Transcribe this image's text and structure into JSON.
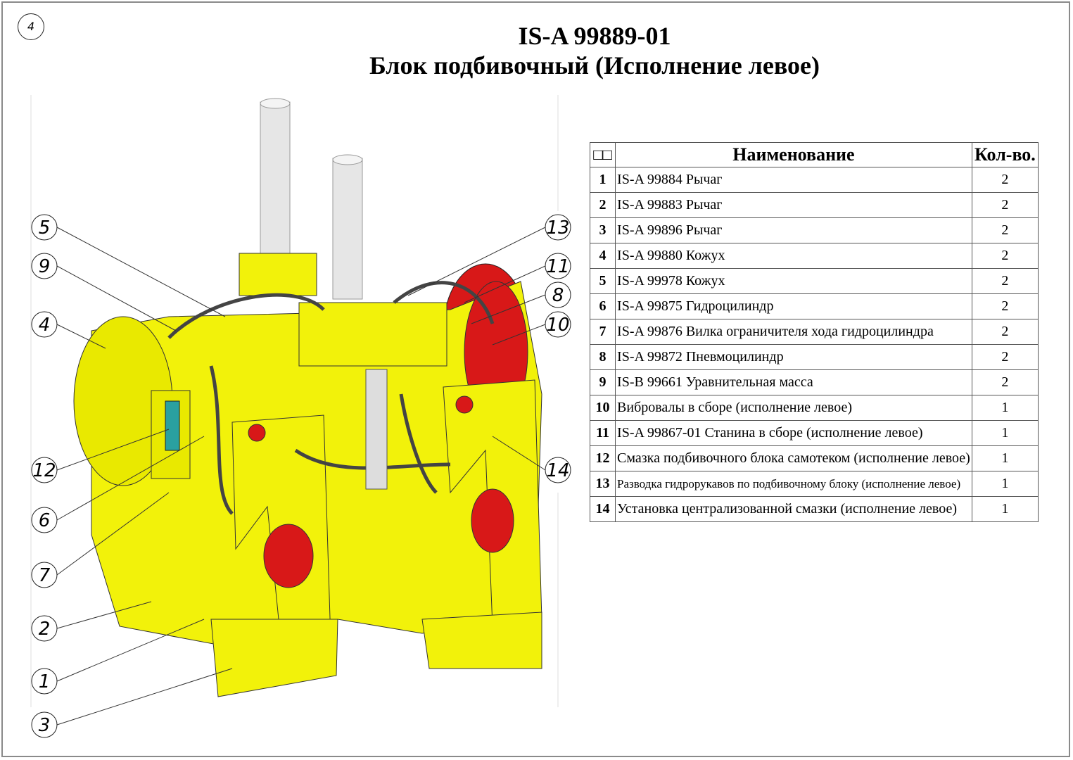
{
  "sheet_number": "4",
  "title": {
    "code": "IS-A 99889-01",
    "name": "Блок подбивочный (Исполнение левое)"
  },
  "table": {
    "headers": [
      "□□",
      "Наименование",
      "Кол-во."
    ],
    "rows": [
      {
        "num": "1",
        "name": "IS-A 99884 Рычаг",
        "qty": "2"
      },
      {
        "num": "2",
        "name": "IS-A 99883 Рычаг",
        "qty": "2"
      },
      {
        "num": "3",
        "name": "IS-A 99896 Рычаг",
        "qty": "2"
      },
      {
        "num": "4",
        "name": "IS-A 99880 Кожух",
        "qty": "2"
      },
      {
        "num": "5",
        "name": "IS-A 99978 Кожух",
        "qty": "2"
      },
      {
        "num": "6",
        "name": "IS-A 99875 Гидроцилиндр",
        "qty": "2"
      },
      {
        "num": "7",
        "name": "IS-A 99876 Вилка ограничителя хода гидроцилиндра",
        "qty": "2"
      },
      {
        "num": "8",
        "name": "IS-A 99872 Пневмоцилиндр",
        "qty": "2"
      },
      {
        "num": "9",
        "name": "IS-B 99661 Уравнительная масса",
        "qty": "2"
      },
      {
        "num": "10",
        "name": "Вибровалы в сборе (исполнение левое)",
        "qty": "1"
      },
      {
        "num": "11",
        "name": "IS-A 99867-01 Станина в сборе (исполнение левое)",
        "qty": "1"
      },
      {
        "num": "12",
        "name": "Смазка подбивочного блока самотеком (исполнение левое)",
        "qty": "1"
      },
      {
        "num": "13",
        "name": "Разводка гидрорукавов по подбивочному блоку (исполнение левое)",
        "qty": "1"
      },
      {
        "num": "14",
        "name": "Установка централизованной смазки (исполнение левое)",
        "qty": "1"
      }
    ]
  },
  "callouts": {
    "left": [
      "5",
      "9",
      "4",
      "12",
      "6",
      "7",
      "2",
      "1",
      "3"
    ],
    "right": [
      "13",
      "11",
      "8",
      "10",
      "14"
    ]
  },
  "colors": {
    "body": "#f2f20a",
    "accent": "#e01818",
    "hose": "#444444",
    "rod": "#e8e8e8"
  }
}
